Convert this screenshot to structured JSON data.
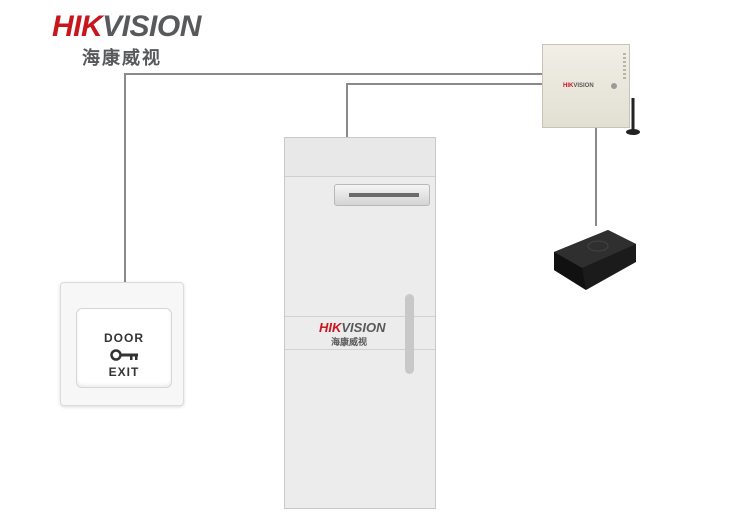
{
  "logo": {
    "brand_red": "HIK",
    "brand_grey": "VISION",
    "brand_cn": "海康威视"
  },
  "door": {
    "brand_red": "HIK",
    "brand_grey": "VISION",
    "brand_cn": "海康威视"
  },
  "controller": {
    "brand_red": "HIK",
    "brand_grey": "VISION"
  },
  "exit_button": {
    "line1": "DOOR",
    "line2": "EXIT",
    "icon": "key-icon"
  },
  "colors": {
    "brand_red": "#c8161d",
    "brand_grey": "#58595b",
    "wire": "#8a8a8a"
  }
}
